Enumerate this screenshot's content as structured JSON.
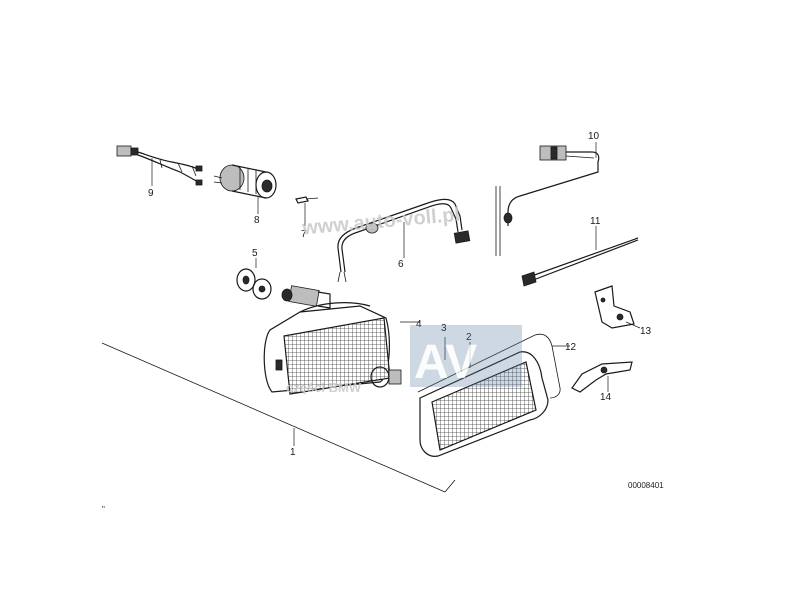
{
  "watermark": {
    "url": "www.auto-voll.pl",
    "brand": "części BMW",
    "logo_letters": "AV"
  },
  "colors": {
    "watermark_text": "#c8c8c8",
    "watermark_logo": "#5a7fa0",
    "ink": "#1a1a1a"
  },
  "callouts": [
    {
      "id": "c1",
      "label": "1"
    },
    {
      "id": "c2",
      "label": "2"
    },
    {
      "id": "c3",
      "label": "3"
    },
    {
      "id": "c4",
      "label": "4"
    },
    {
      "id": "c5",
      "label": "5"
    },
    {
      "id": "c6",
      "label": "6"
    },
    {
      "id": "c7",
      "label": "7"
    },
    {
      "id": "c8",
      "label": "8"
    },
    {
      "id": "c9",
      "label": "9"
    },
    {
      "id": "c10",
      "label": "10"
    },
    {
      "id": "c11",
      "label": "11"
    },
    {
      "id": "c12",
      "label": "12"
    },
    {
      "id": "c13",
      "label": "13"
    },
    {
      "id": "c14",
      "label": "14"
    }
  ],
  "drawing_number": "00008401",
  "corner_mark": "\""
}
